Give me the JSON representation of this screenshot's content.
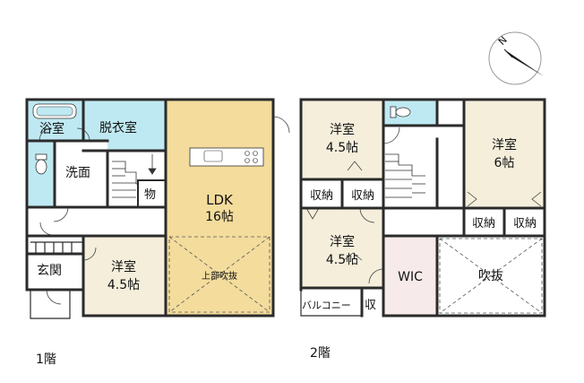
{
  "colors": {
    "wall": "#2b2b2b",
    "wet": "#bfe9f2",
    "ldk": "#f3dc9c",
    "western": "#f4eedb",
    "wic": "#f6eaea",
    "plain": "#ffffff",
    "compass": "#1a1a1a"
  },
  "compass": {
    "label": "N",
    "icon": "north-arrow-icon"
  },
  "floor1": {
    "label": "1階",
    "rooms": {
      "bath": "浴室",
      "dressing": "脱衣室",
      "washroom": "洗面",
      "storage": "物",
      "ldk_name": "LDK",
      "ldk_size": "16帖",
      "void_above": "上部吹抜",
      "entrance": "玄関",
      "western_name": "洋室",
      "western_size": "4.5帖"
    }
  },
  "floor2": {
    "label": "2階",
    "rooms": {
      "western_a_name": "洋室",
      "western_a_size": "4.5帖",
      "western_b_name": "洋室",
      "western_b_size": "6帖",
      "western_c_name": "洋室",
      "western_c_size": "4.5帖",
      "closet": "収納",
      "wic": "WIC",
      "void": "吹抜",
      "balcony": "バルコニー",
      "balcony_storage": "収"
    }
  }
}
